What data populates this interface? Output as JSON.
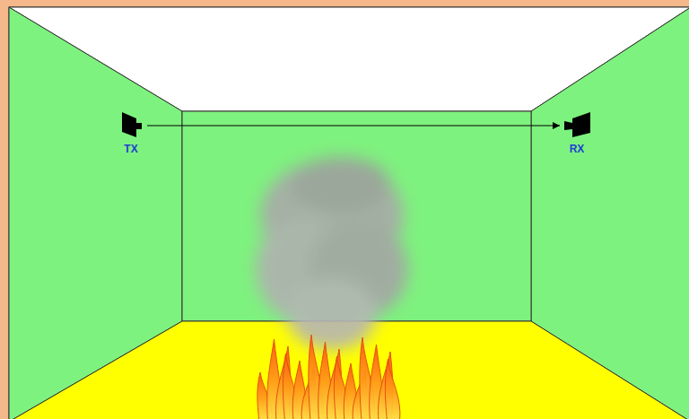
{
  "diagram": {
    "nodes": [
      {
        "text": [
          "TX"
        ]
      },
      {
        "text": [
          "RX"
        ]
      }
    ],
    "edges": [
      {
        "from": 0,
        "to": 1,
        "arrow": "to"
      }
    ]
  }
}
